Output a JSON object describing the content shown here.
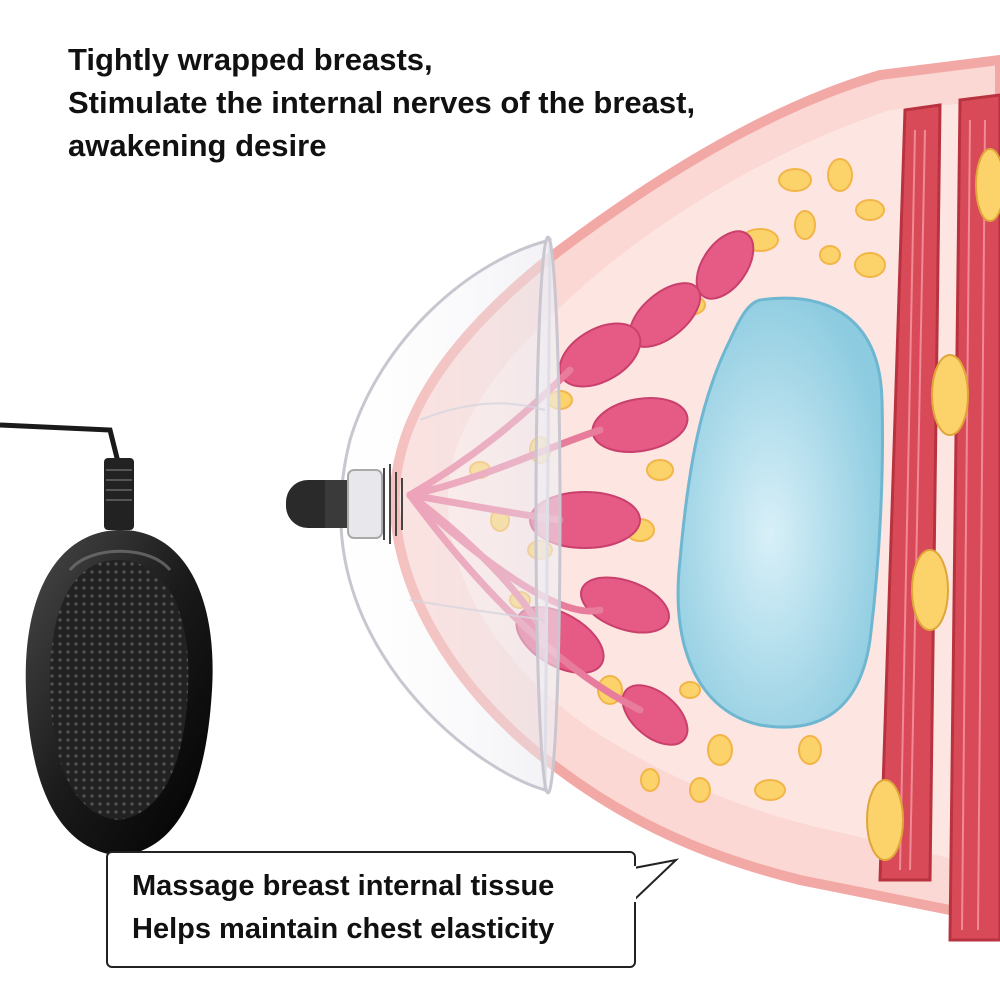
{
  "headline": {
    "line1": "Tightly wrapped breasts,",
    "line2": "Stimulate the internal nerves of the breast,",
    "line3": "awakening desire"
  },
  "callout": {
    "line1": "Massage breast internal tissue",
    "line2": "Helps maintain chest elasticity"
  },
  "colors": {
    "skin": "#fbd8d4",
    "skin_edge": "#f2a9a6",
    "gland": "#e65a86",
    "fat": "#fbd36a",
    "cyst": "#a9dcec",
    "muscle": "#d94a58",
    "device": "#1b1b1b"
  }
}
